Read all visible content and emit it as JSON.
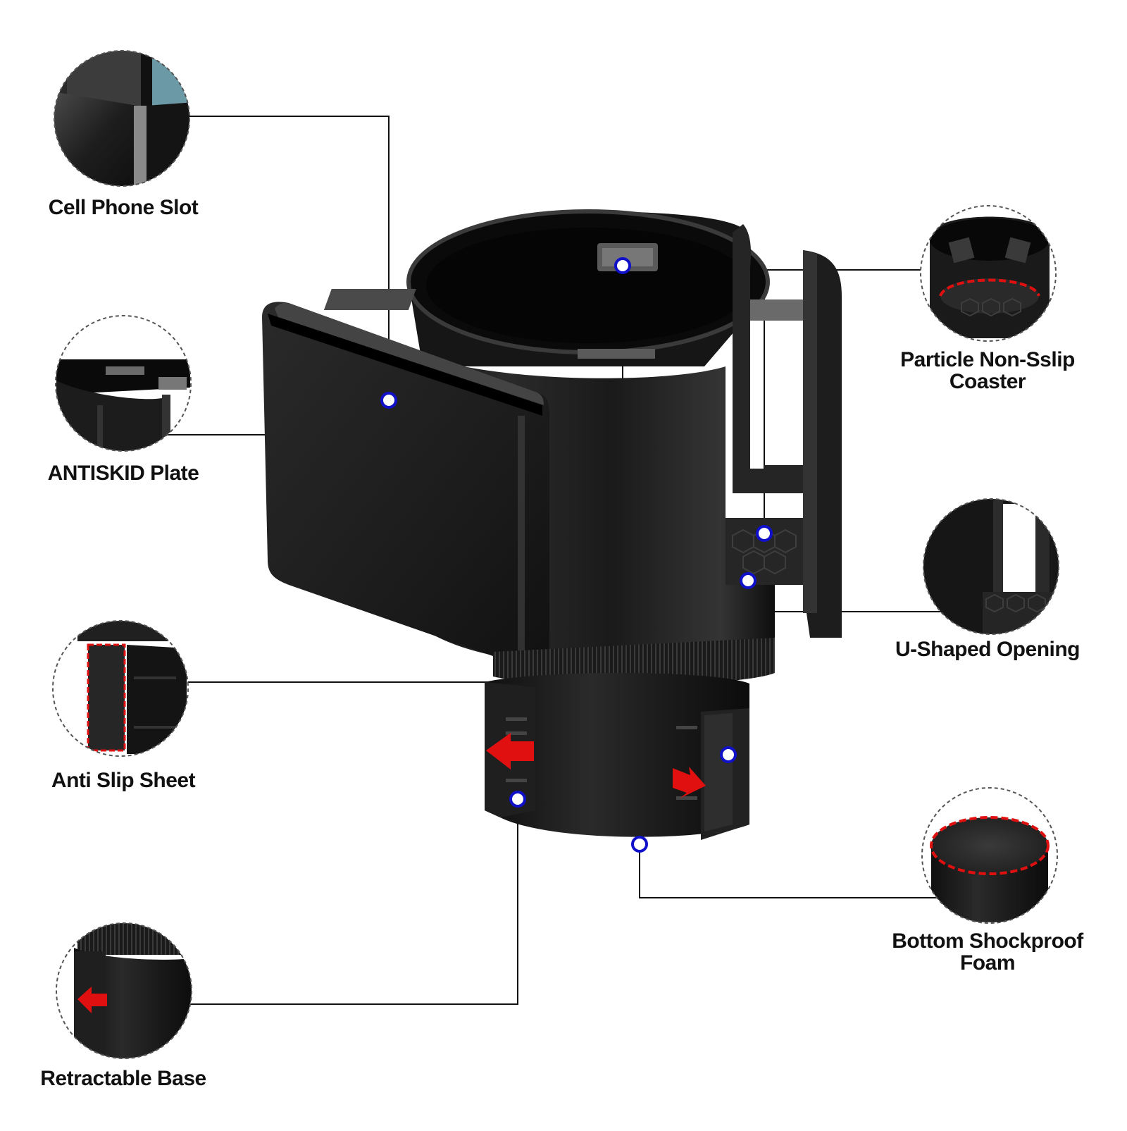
{
  "callouts": {
    "cell_phone_slot": {
      "label": "Cell Phone Slot"
    },
    "antiskid_plate": {
      "label": "ANTISKID Plate"
    },
    "anti_slip_sheet": {
      "label": "Anti Slip Sheet"
    },
    "retractable_base": {
      "label": "Retractable Base"
    },
    "particle_coaster": {
      "line1": "Particle Non-Sslip",
      "line2": "Coaster"
    },
    "u_shaped_opening": {
      "label": "U-Shaped Opening"
    },
    "shockproof_foam": {
      "line1": "Bottom Shockproof",
      "line2": "Foam"
    }
  },
  "colors": {
    "marker_ring": "#1010c8",
    "leader_line": "#111111",
    "accent_red": "#e01010",
    "product_black": "#1a1a1a"
  }
}
